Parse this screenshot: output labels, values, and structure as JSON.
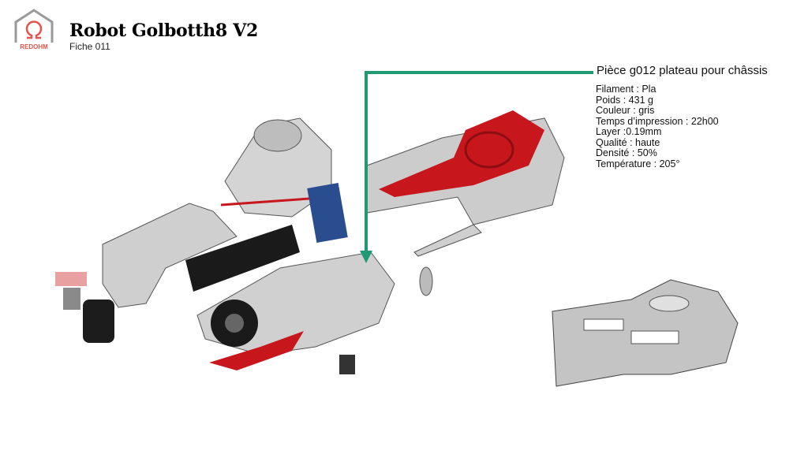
{
  "header": {
    "logo_text": "REDOHM",
    "title": "Robot Golbotth8 V2",
    "subtitle": "Fiche 011"
  },
  "callout": {
    "part_title": "Pièce g012  plateau pour châssis",
    "specs": [
      "Filament : Pla",
      "Poids : 431 g",
      "Couleur : gris",
      "Temps d’impression : 22h00",
      "Layer :0.19mm",
      "Qualité : haute",
      "Densité : 50%",
      "Température : 205°"
    ]
  },
  "colors": {
    "arrow": "#1f9a74",
    "part_red": "#c8161d",
    "part_grey": "#c9c9c9",
    "logo_red": "#e5534b"
  }
}
